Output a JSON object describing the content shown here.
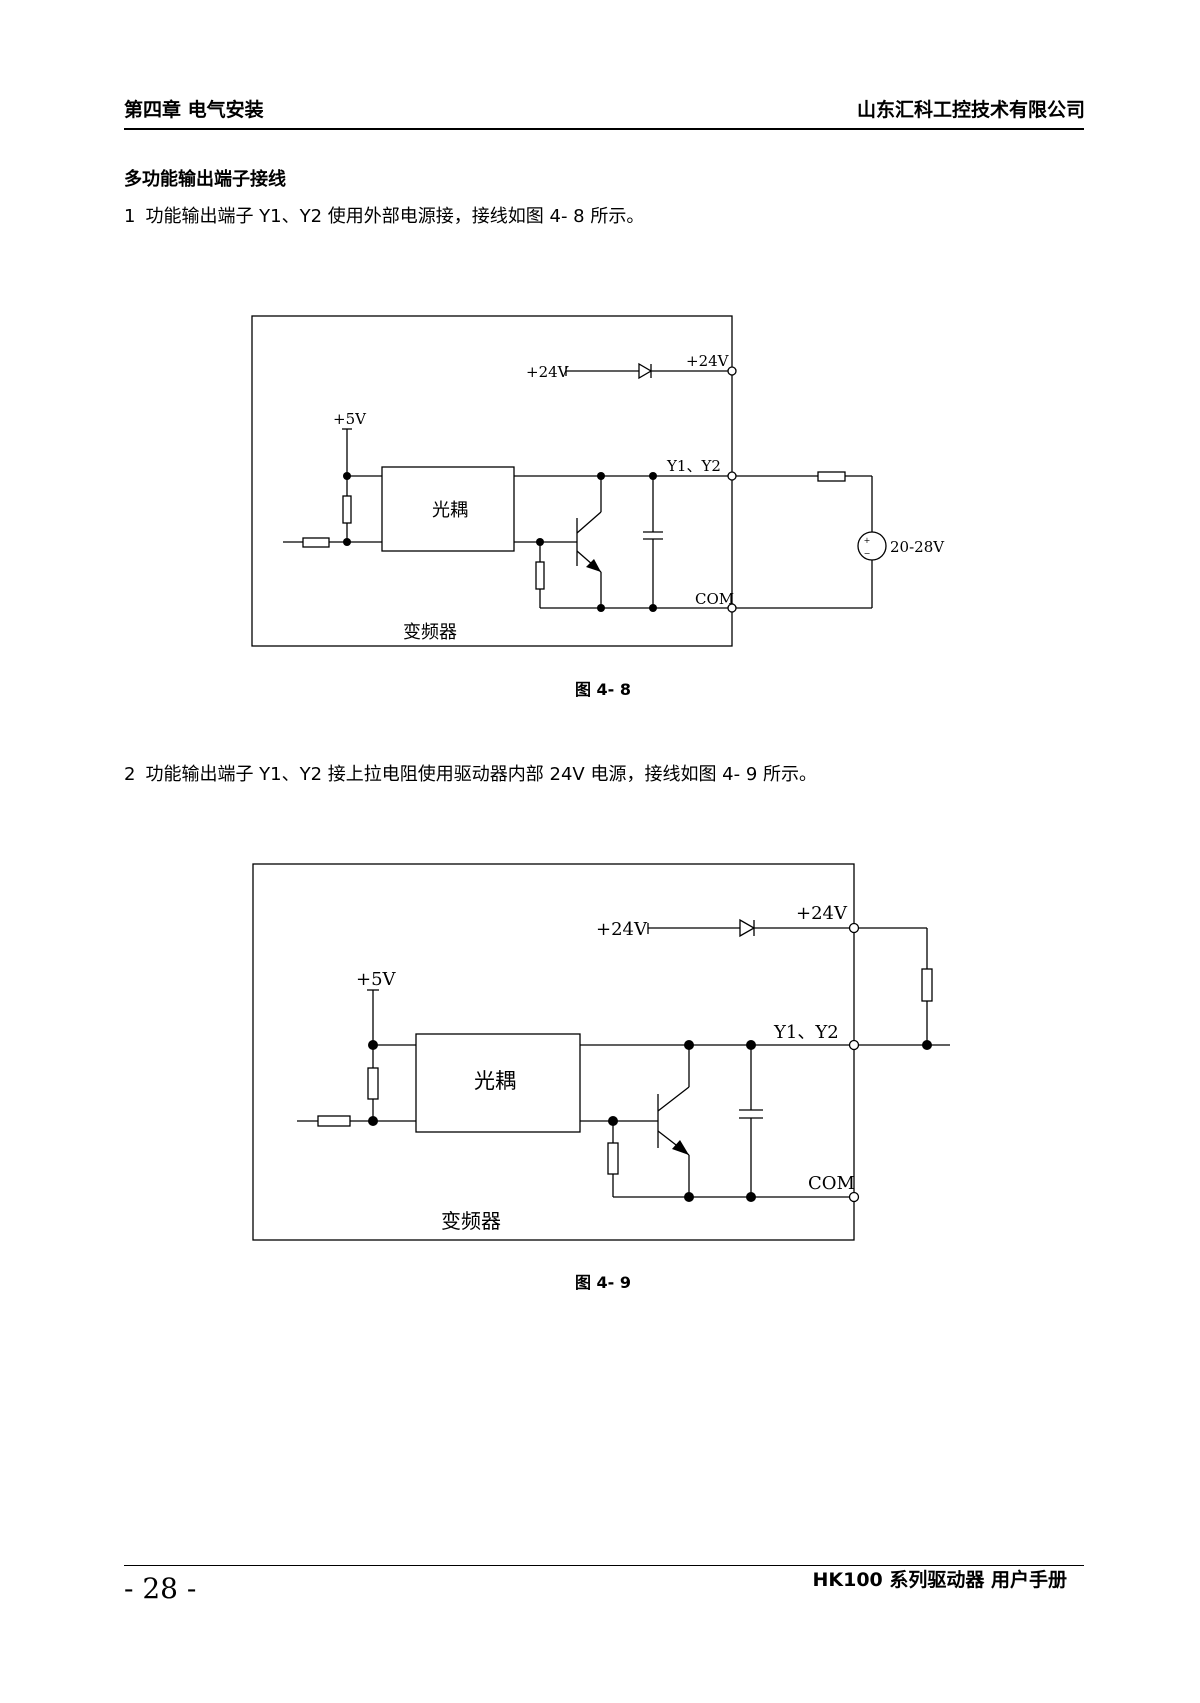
{
  "header": {
    "chapter": "第四章 电气安装",
    "company": "山东汇科工控技术有限公司"
  },
  "section_title": "多功能输出端子接线",
  "paragraphs": [
    {
      "num": "1",
      "text": "功能输出端子 Y1、Y2 使用外部电源接，接线如图 4- 8 所示。"
    },
    {
      "num": "2",
      "text": "功能输出端子 Y1、Y2 接上拉电阻使用驱动器内部 24V 电源，接线如图 4- 9 所示。"
    }
  ],
  "figures": [
    {
      "caption": "图 4- 8",
      "labels": {
        "plus24_left": "+24V",
        "plus24_right": "+24V",
        "plus5": "+5V",
        "y1y2": "Y1、Y2",
        "optocoupler": "光耦",
        "com": "COM",
        "inverter": "变频器",
        "supply": "20-28V"
      }
    },
    {
      "caption": "图 4- 9",
      "labels": {
        "plus24_left": "+24V",
        "plus24_right": "+24V",
        "plus5": "+5V",
        "y1y2": "Y1、Y2",
        "optocoupler": "光耦",
        "com": "COM",
        "inverter": "变频器"
      }
    }
  ],
  "footer": {
    "page_number": "- 28 -",
    "manual_title": "HK100 系列驱动器 用户手册"
  }
}
